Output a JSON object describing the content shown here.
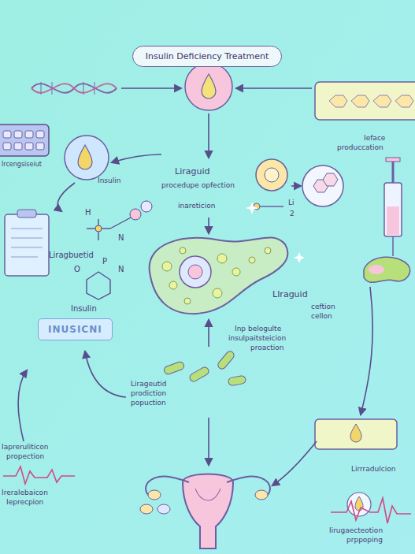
{
  "diagram": {
    "title": "Insulin Deficiency Treatment",
    "nodes": [
      {
        "text": [
          "INUSICNI"
        ]
      }
    ],
    "labels": [
      "Ircengsiseiut",
      "Insulin",
      "Liraguid",
      "procedupe opfection",
      "inareticion",
      "H",
      "N",
      "Liragbuetid",
      "O",
      "P",
      "N",
      "Insulin",
      "Iapreruliticon",
      "propection",
      "Ireralebaicon",
      "Ieprecpion",
      "Lirageutid",
      "prodiction",
      "popuction",
      "Ieface",
      "produccation",
      "Li",
      "2",
      "LIraguid",
      "ceftion",
      "cellon",
      "Inp belogulte",
      "insulpaitsteicion",
      "proaction",
      "Lirrradulcion",
      "Iirugaecteotion",
      "prppoping"
    ]
  }
}
